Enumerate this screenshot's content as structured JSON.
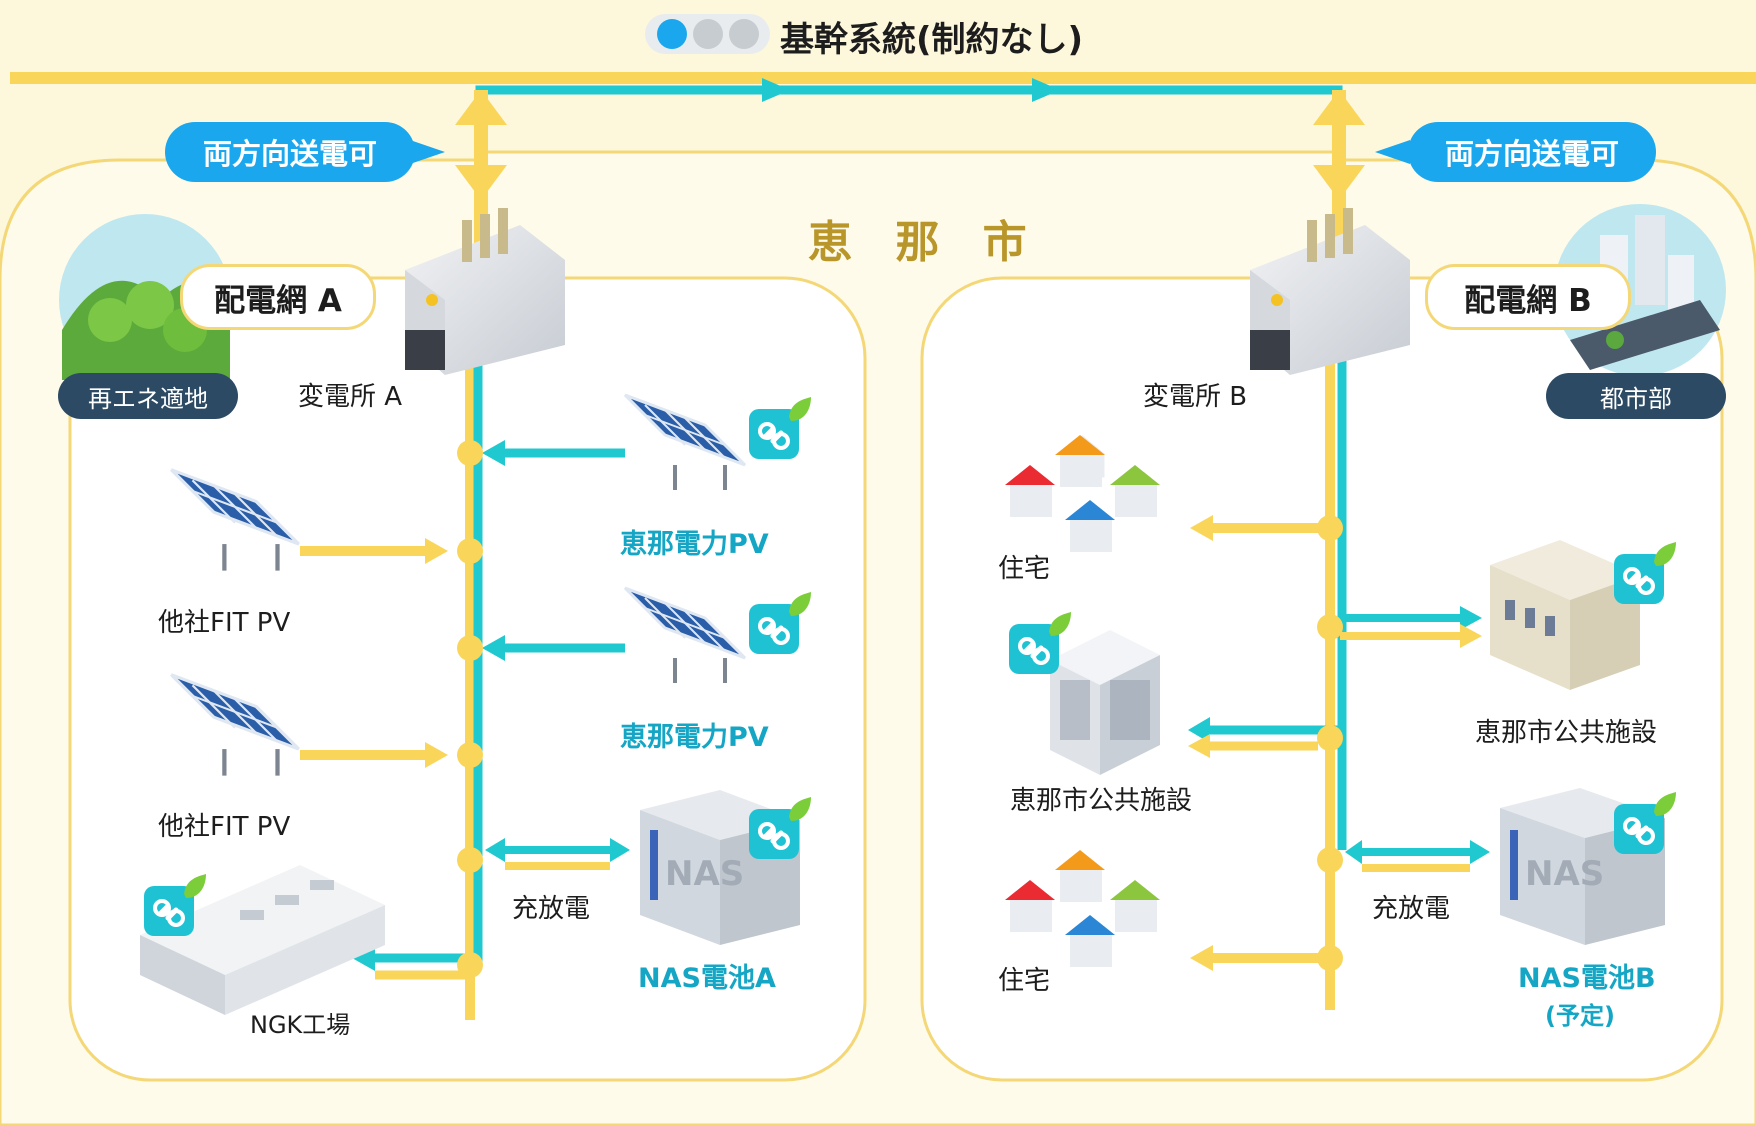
{
  "header": {
    "title": "基幹系統(制約なし)"
  },
  "city": {
    "name": "恵 那 市"
  },
  "callouts": {
    "left": "両方向送電可",
    "right": "両方向送電可"
  },
  "grid_a": {
    "badge": "配電網 A",
    "region": "再エネ適地",
    "substation": "変電所 A",
    "items": {
      "pv_own_1": "恵那電力PV",
      "pv_own_2": "恵那電力PV",
      "fit_1": "他社FIT PV",
      "fit_2": "他社FIT PV",
      "factory": "NGK工場",
      "battery": "NAS電池A",
      "charge": "充放電"
    }
  },
  "grid_b": {
    "badge": "配電網 B",
    "region": "都市部",
    "substation": "変電所 B",
    "items": {
      "house_1": "住宅",
      "house_2": "住宅",
      "public_1": "恵那市公共施設",
      "public_2": "恵那市公共施設",
      "battery": "NAS電池B",
      "battery_note": "(予定)",
      "charge": "充放電"
    }
  },
  "colors": {
    "yellow": "#f9d65a",
    "teal": "#20c9cf",
    "blue_pill": "#1aa7ee",
    "navy_pill": "#2c4a63",
    "frame": "#f4d776"
  }
}
